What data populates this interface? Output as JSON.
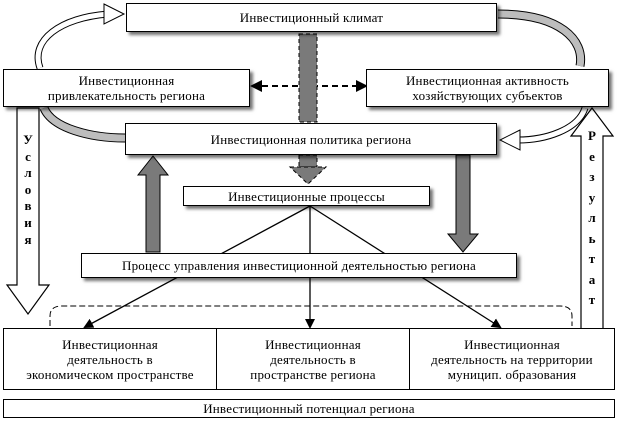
{
  "boxes": {
    "climate": "Инвестиционный климат",
    "attractiveness_line1": "Инвестиционная",
    "attractiveness_line2": "привлекательность региона",
    "activity_line1": "Инвестиционная активность",
    "activity_line2": "хозяйствующих субъектов",
    "policy": "Инвестиционная политика региона",
    "processes": "Инвестиционные процессы",
    "management": "Процесс управления инвестиционной деятельностью региона",
    "bottom_left_1": "Инвестиционная",
    "bottom_left_2": "деятельность в",
    "bottom_left_3": "экономическом пространстве",
    "bottom_mid_1": "Инвестиционная",
    "bottom_mid_2": "деятельность в",
    "bottom_mid_3": "пространстве региона",
    "bottom_right_1": "Инвестиционная",
    "bottom_right_2": "деятельность на территории",
    "bottom_right_3": "муницип. образования",
    "potential": "Инвестиционный потенциал региона"
  },
  "side_labels": {
    "conditions": [
      "У",
      "с",
      "л",
      "о",
      "в",
      "и",
      "я"
    ],
    "results": [
      "Р",
      "е",
      "з",
      "у",
      "л",
      "ь",
      "т",
      "а",
      "т"
    ]
  }
}
